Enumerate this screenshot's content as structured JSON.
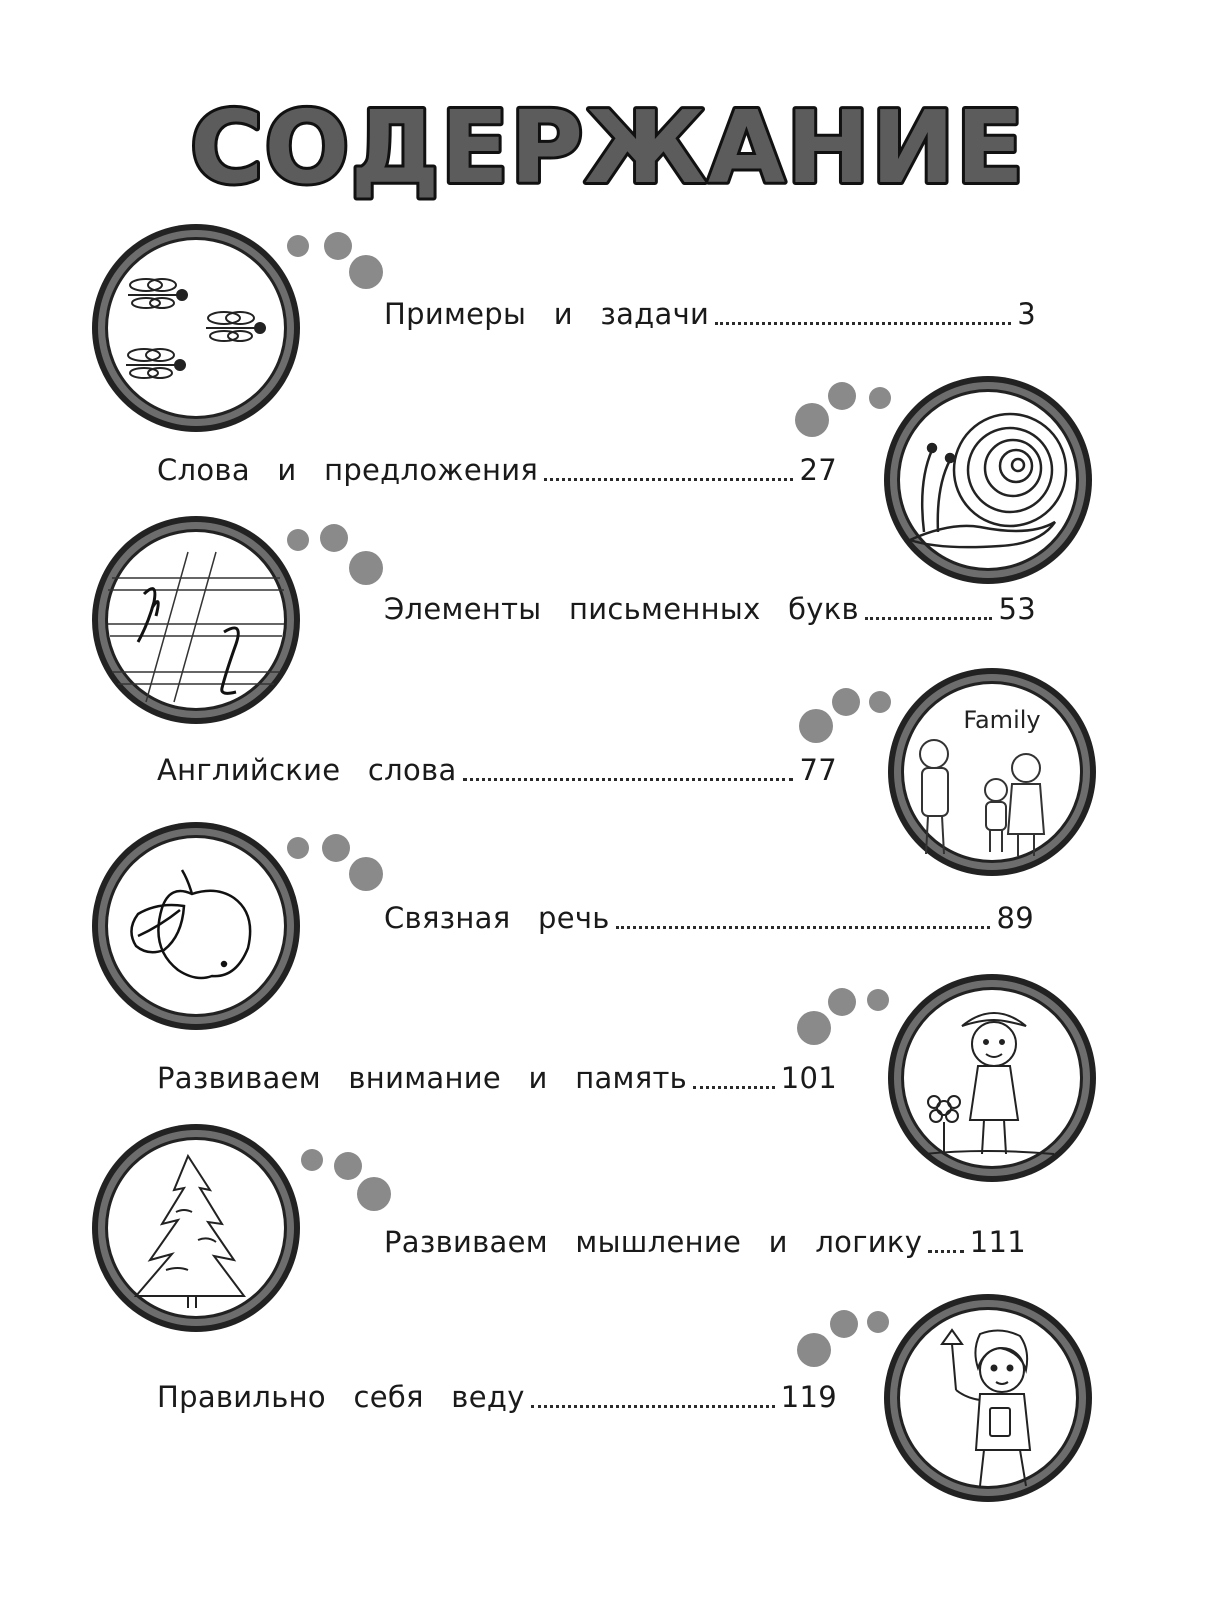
{
  "title": "СОДЕРЖАНИЕ",
  "colors": {
    "title_fill": "#5c5c5c",
    "title_stroke": "#111111",
    "ring_outer": "#222222",
    "ring_band": "#6d6d6d",
    "dot_gray": "#8a8a8a",
    "text": "#1a1a1a"
  },
  "entries": [
    {
      "label": "Примеры  и  задачи",
      "page": "3",
      "icon": "dragonflies-icon"
    },
    {
      "label": "Слова  и  предложения",
      "page": "27",
      "icon": "snail-icon"
    },
    {
      "label": "Элементы  письменных  букв",
      "page": "53",
      "icon": "handwriting-letters-icon"
    },
    {
      "label": "Английские  слова",
      "page": "77",
      "icon": "family-icon",
      "icon_caption": "Family"
    },
    {
      "label": "Связная  речь",
      "page": "89",
      "icon": "apple-icon"
    },
    {
      "label": "Развиваем  внимание  и  память",
      "page": "101",
      "icon": "girl-with-flowers-icon"
    },
    {
      "label": "Развиваем  мышление  и  логику",
      "page": "111",
      "icon": "fir-tree-icon"
    },
    {
      "label": "Правильно  себя  веду",
      "page": "119",
      "icon": "girl-with-ice-cream-icon"
    }
  ]
}
